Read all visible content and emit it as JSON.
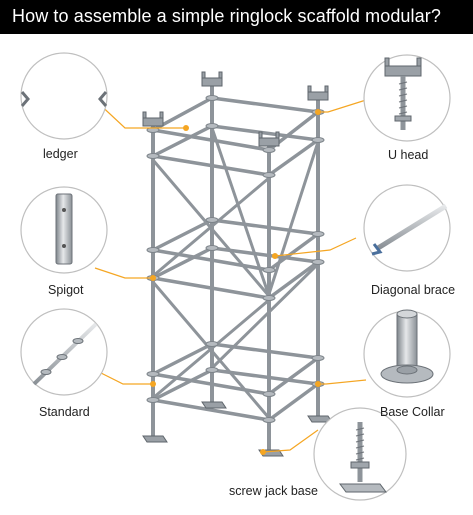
{
  "title": "How to assemble a simple ringlock scaffold modular?",
  "labels": {
    "ledger": "ledger",
    "u_head": "U head",
    "spigot": "Spigot",
    "diagonal_brace": "Diagonal brace",
    "standard": "Standard",
    "base_collar": "Base Collar",
    "screw_jack_base": "screw jack base"
  },
  "colors": {
    "title_bg": "#000000",
    "title_text": "#ffffff",
    "leader": "#f5a623",
    "steel": "#9aa0a6"
  }
}
